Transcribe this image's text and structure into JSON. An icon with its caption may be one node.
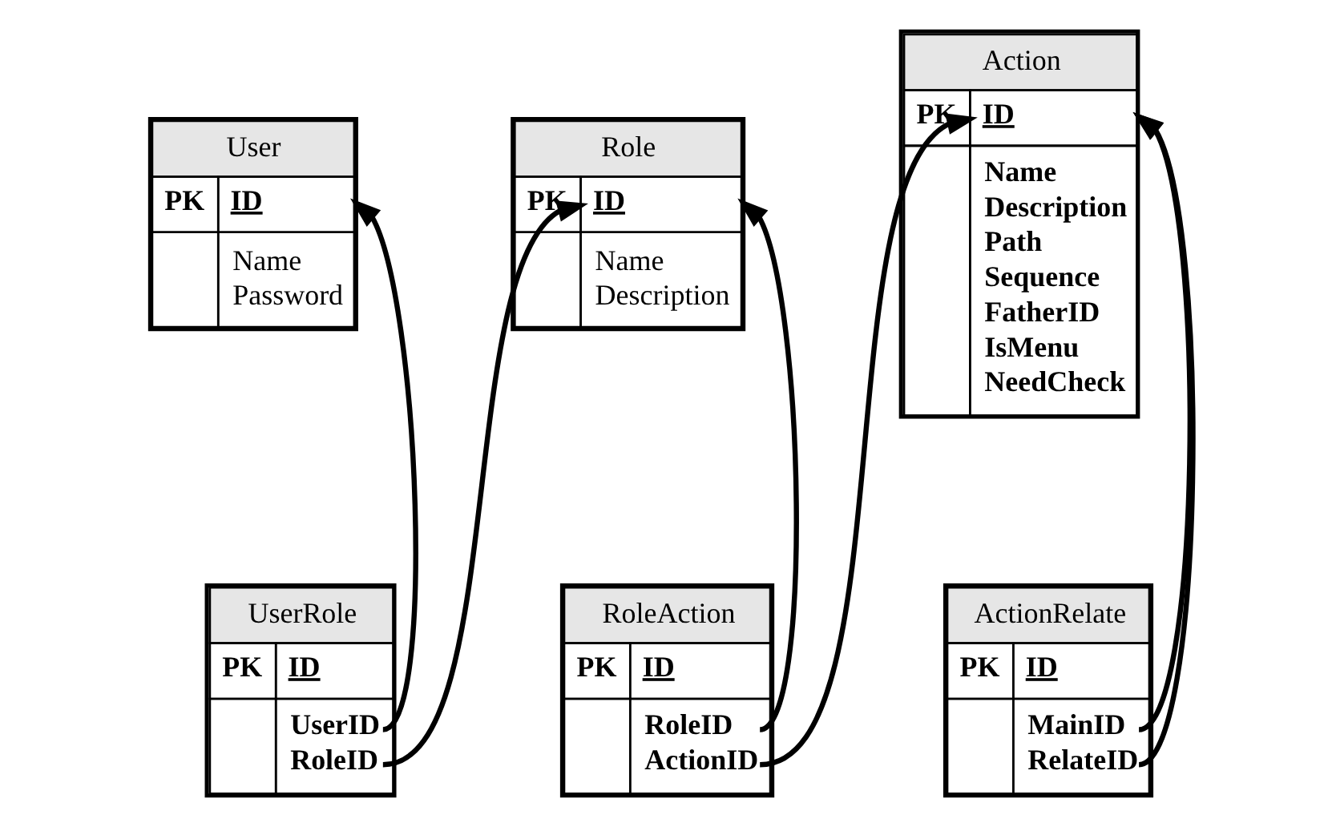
{
  "diagram": {
    "nodes": [
      {
        "text": [
          "User",
          "PK",
          "ID",
          "Name",
          "Password"
        ]
      },
      {
        "text": [
          "Role",
          "PK",
          "ID",
          "Name",
          "Description"
        ]
      },
      {
        "text": [
          "Action",
          "PK",
          "ID",
          "Name",
          "Description",
          "Path",
          "Sequence",
          "FatherID",
          "IsMenu",
          "NeedCheck"
        ]
      },
      {
        "text": [
          "UserRole",
          "PK",
          "ID",
          "UserID",
          "RoleID"
        ]
      },
      {
        "text": [
          "RoleAction",
          "PK",
          "ID",
          "RoleID",
          "ActionID"
        ]
      },
      {
        "text": [
          "ActionRelate",
          "PK",
          "ID",
          "MainID",
          "RelateID"
        ]
      }
    ],
    "edges": [
      {
        "from": 3,
        "to": 0,
        "arrow": "to"
      },
      {
        "from": 3,
        "to": 1,
        "arrow": "to"
      },
      {
        "from": 4,
        "to": 1,
        "arrow": "to"
      },
      {
        "from": 4,
        "to": 2,
        "arrow": "to"
      },
      {
        "from": 5,
        "to": 2,
        "arrow": "to"
      },
      {
        "from": 5,
        "to": 2,
        "arrow": "to"
      }
    ]
  }
}
